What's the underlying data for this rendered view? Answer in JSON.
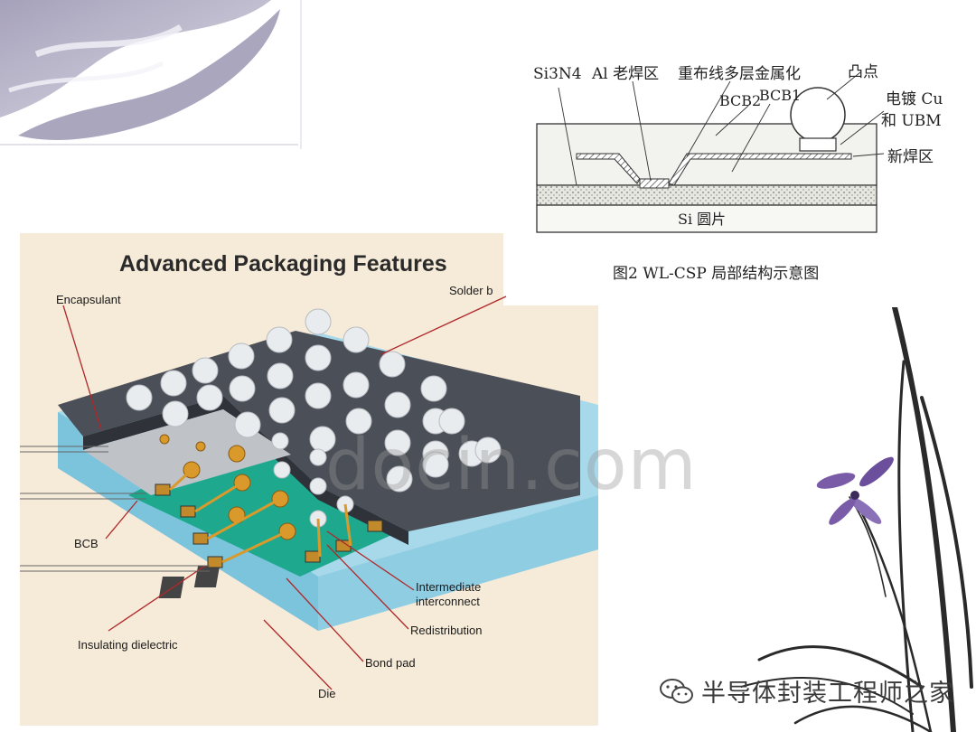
{
  "wlcsp_diagram": {
    "labels": {
      "si3n4": "Si3N4",
      "al_pad": "Al 老焊区",
      "redistribution": "重布线多层金属化",
      "bump": "凸点",
      "bcb2": "BCB2",
      "bcb1": "BCB1",
      "plating": "电镀 Cu",
      "ubm": "和 UBM",
      "new_pad": "新焊区",
      "wafer": "Si 圆片"
    },
    "caption": "图2 WL-CSP 局部结构示意图"
  },
  "packaging_figure": {
    "title": "Advanced Packaging Features",
    "labels": {
      "encapsulant": "Encapsulant",
      "solder_bump": "Solder b",
      "bcb": "BCB",
      "insulating_dielectric": "Insulating dielectric",
      "intermediate_interconnect_1": "Intermediate",
      "intermediate_interconnect_2": "interconnect",
      "redistribution": "Redistribution",
      "bond_pad": "Bond pad",
      "die": "Die"
    }
  },
  "watermark": "docin.com",
  "brand": {
    "text": "半导体封装工程师之家",
    "icon": "wechat-icon"
  }
}
